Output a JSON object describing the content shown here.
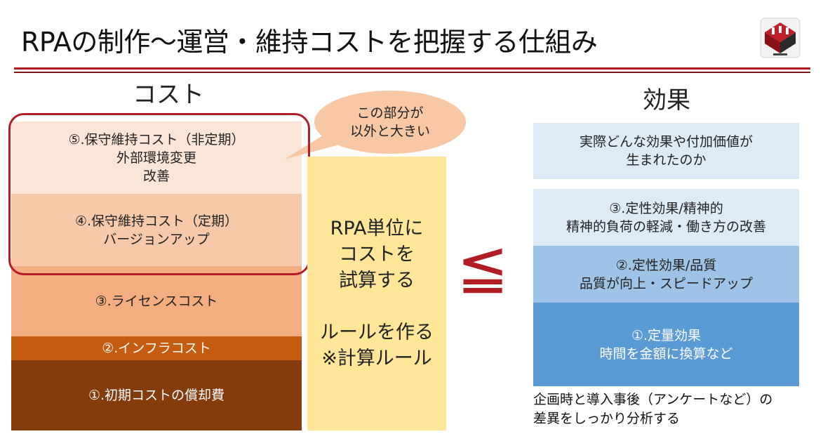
{
  "title": "RPAの制作～運営・維持コストを把握する仕組み",
  "colors": {
    "accent": "#b01e23",
    "callout_border": "#b31d2a"
  },
  "cost": {
    "heading": "コスト",
    "layers": [
      {
        "lines": [
          "⑤.保守維持コスト（非定期）",
          "外部環境変更",
          "改善"
        ],
        "color": "#fbe5d6"
      },
      {
        "lines": [
          "④.保守維持コスト（定期）",
          "バージョンアップ"
        ],
        "color": "#f7c9a8"
      },
      {
        "lines": [
          "③.ライセンスコスト"
        ],
        "color": "#f2ad80"
      },
      {
        "lines": [
          "②.インフラコスト"
        ],
        "color": "#c55a11"
      },
      {
        "lines": [
          "①.初期コストの償却費"
        ],
        "color": "#843c0c"
      }
    ]
  },
  "callout": {
    "lines": [
      "この部分が",
      "以外と大きい"
    ]
  },
  "rule_box": {
    "lines": [
      "RPA単位に",
      "コストを",
      "試算する",
      "",
      "ルールを作る",
      "※計算ルール"
    ],
    "color": "#ffe699"
  },
  "relation_symbol": "≦",
  "effect": {
    "heading": "効果",
    "question": {
      "lines": [
        "実際どんな効果や付加価値が",
        "生まれたのか"
      ],
      "color": "#ddebf7"
    },
    "layers": [
      {
        "lines": [
          "③.定性効果/精神的",
          "精神的負荷の軽減・働き方の改善"
        ],
        "color": "#ddebf7"
      },
      {
        "lines": [
          "②.定性効果/品質",
          "品質が向上・スピードアップ"
        ],
        "color": "#9dc3e6"
      },
      {
        "lines": [
          "①.定量効果",
          "時間を金額に換算など"
        ],
        "color": "#5b9bd5"
      }
    ],
    "note": [
      "企画時と導入事後（アンケートなど）の",
      "差異をしっかり分析する"
    ]
  }
}
